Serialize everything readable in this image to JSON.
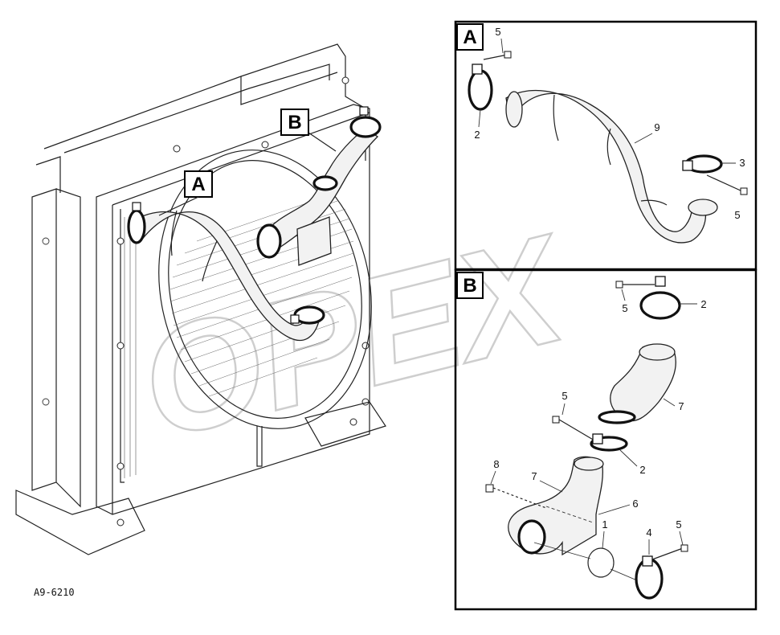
{
  "figure": {
    "code": "A9-6210",
    "overview_callouts": [
      "A",
      "B"
    ],
    "watermark": "OPEX",
    "detail_a": {
      "title": "A",
      "callouts": [
        "5",
        "2",
        "9",
        "3",
        "5"
      ]
    },
    "detail_b": {
      "title": "B",
      "callouts": [
        "5",
        "2",
        "7",
        "5",
        "2",
        "8",
        "7",
        "6",
        "1",
        "4",
        "5"
      ]
    }
  }
}
